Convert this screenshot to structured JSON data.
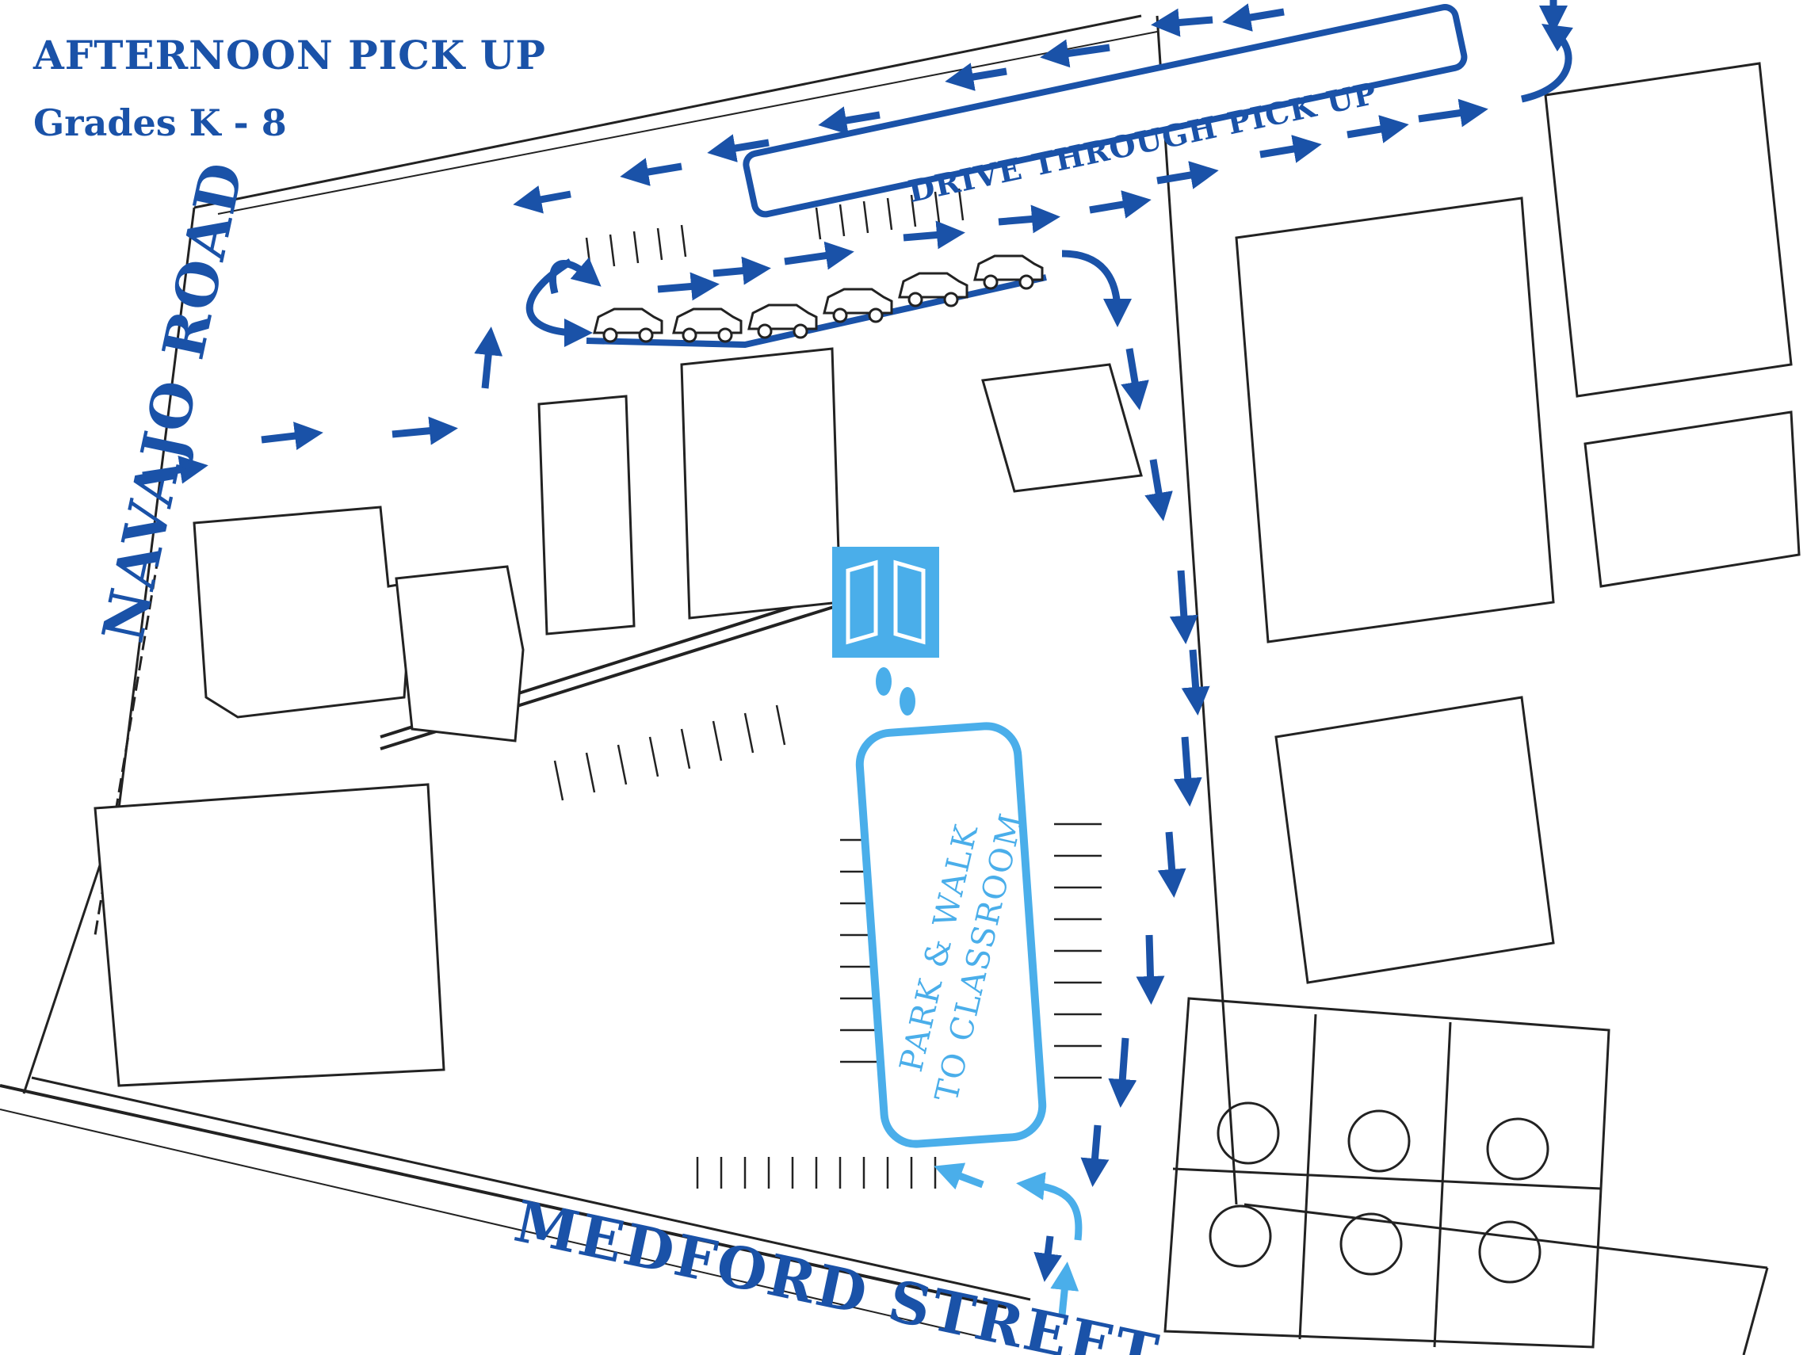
{
  "title": "AFTERNOON PICK UP",
  "subtitle": "Grades K - 8",
  "roads": {
    "west": "NAVAJO ROAD",
    "south": "MEDFORD STREET"
  },
  "zones": {
    "drive_through": "DRIVE THROUGH PICK UP",
    "park_walk_line1": "PARK & WALK",
    "park_walk_line2": "TO CLASSROOM"
  },
  "colors": {
    "route_dark": "#1a52a8",
    "route_light": "#4aaeea",
    "lines": "#222222"
  },
  "icons": [
    "car-icon",
    "gate-icon",
    "footprints-icon",
    "arrow-icon"
  ]
}
